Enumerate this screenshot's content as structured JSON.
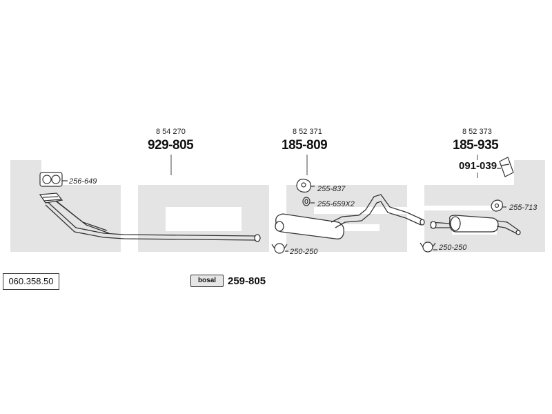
{
  "brand_watermark": "bosal",
  "catalog_number": "060.358.50",
  "kit": {
    "brand": "bosal",
    "part": "259-805"
  },
  "main_parts": [
    {
      "name": "front-pipe",
      "oe": "8 54 270",
      "part": "929-805"
    },
    {
      "name": "middle-silencer",
      "oe": "8 52 371",
      "part": "185-809"
    },
    {
      "name": "rear-silencer",
      "oe": "8 52 373",
      "part": "185-935"
    }
  ],
  "fitting_parts": {
    "gasket": "256-649",
    "mount_ring": "255-837",
    "rubber_ring": "255-659X2",
    "clamp_front": "250-250",
    "clamp_rear": "250-250",
    "rear_mount": "255-713",
    "bracket": "091-039"
  }
}
